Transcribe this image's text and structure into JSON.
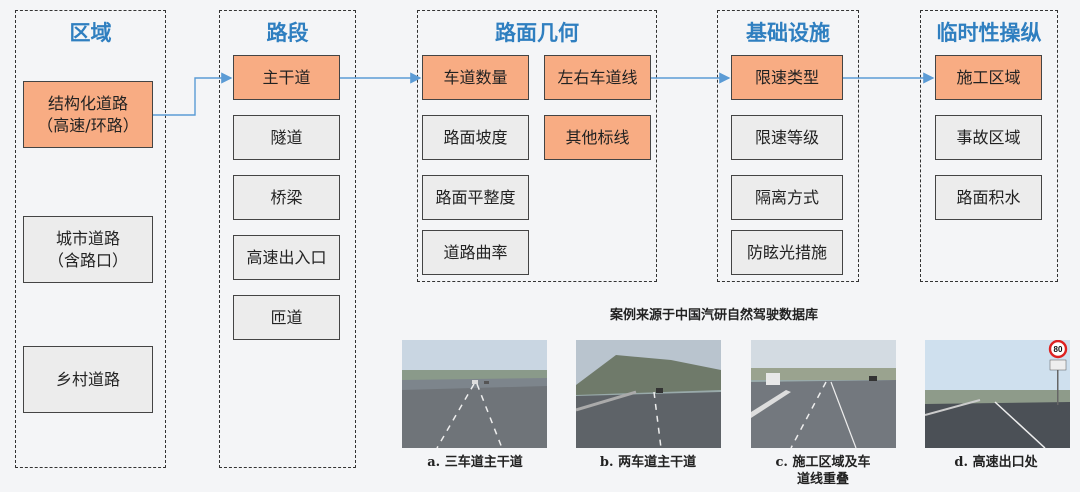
{
  "columns": [
    {
      "id": "region",
      "title": "区域",
      "items": [
        "结构化道路\n（高速/环路）",
        "城市道路\n（含路口）",
        "乡村道路"
      ],
      "highlight": [
        true,
        false,
        false
      ]
    },
    {
      "id": "segment",
      "title": "路段",
      "items": [
        "主干道",
        "隧道",
        "桥梁",
        "高速出入口",
        "匝道"
      ],
      "highlight": [
        true,
        false,
        false,
        false,
        false
      ]
    },
    {
      "id": "geometry",
      "title": "路面几何",
      "items": [
        "车道数量",
        "左右车道线",
        "路面坡度",
        "其他标线",
        "路面平整度",
        "道路曲率"
      ],
      "highlight": [
        true,
        true,
        false,
        true,
        false,
        false
      ]
    },
    {
      "id": "infrastructure",
      "title": "基础设施",
      "items": [
        "限速类型",
        "限速等级",
        "隔离方式",
        "防眩光措施"
      ],
      "highlight": [
        true,
        false,
        false,
        false
      ]
    },
    {
      "id": "temporary",
      "title": "临时性操纵",
      "items": [
        "施工区域",
        "事故区域",
        "路面积水"
      ],
      "highlight": [
        true,
        false,
        false
      ]
    }
  ],
  "source_note": "案例来源于中国汽研自然驾驶数据库",
  "photos": [
    {
      "caption": "a. 三车道主干道",
      "scene": "three-lane-highway"
    },
    {
      "caption": "b. 两车道主干道",
      "scene": "two-lane-highway"
    },
    {
      "caption": "c. 施工区域及车\n道线重叠",
      "scene": "construction-zone"
    },
    {
      "caption": "d. 高速出口处",
      "scene": "highway-exit",
      "sign_text": "80"
    }
  ],
  "colors": {
    "title": "#2f7fc0",
    "highlight": "#f8ac83",
    "plain": "#ececec",
    "arrow": "#5b9bd5"
  }
}
